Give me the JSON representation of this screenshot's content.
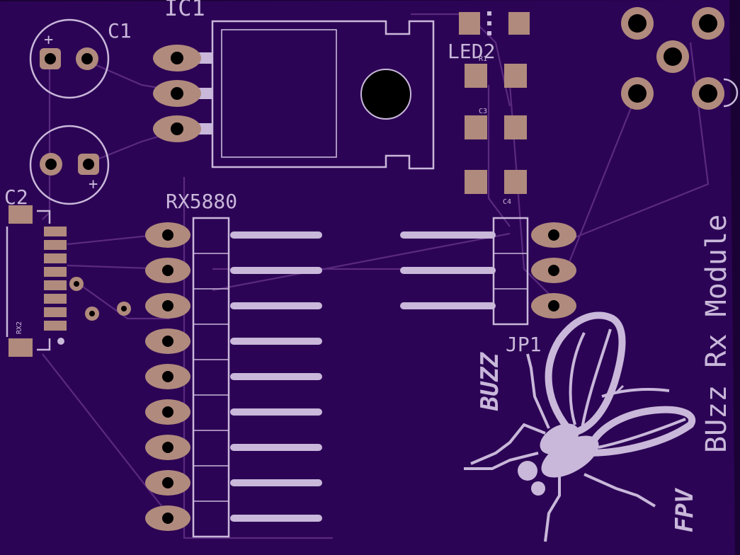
{
  "labels": {
    "ic1": "IC1",
    "c1": "C1",
    "c2": "C2",
    "led2": "LED2",
    "r1": "R1",
    "c3": "C3",
    "c4": "C4",
    "rx5880": "RX5880",
    "rx2": "RX2",
    "jp1": "JP1",
    "module_title": "BUzz Rx Module",
    "buzz_logo": "BUZZ",
    "fpv_logo": "FPV",
    "plus": "+"
  },
  "colors": {
    "board": "#2c0455",
    "silkscreen": "#c9b8da",
    "copper_pad": "#b08a7c",
    "trace": "#5a2a80"
  }
}
